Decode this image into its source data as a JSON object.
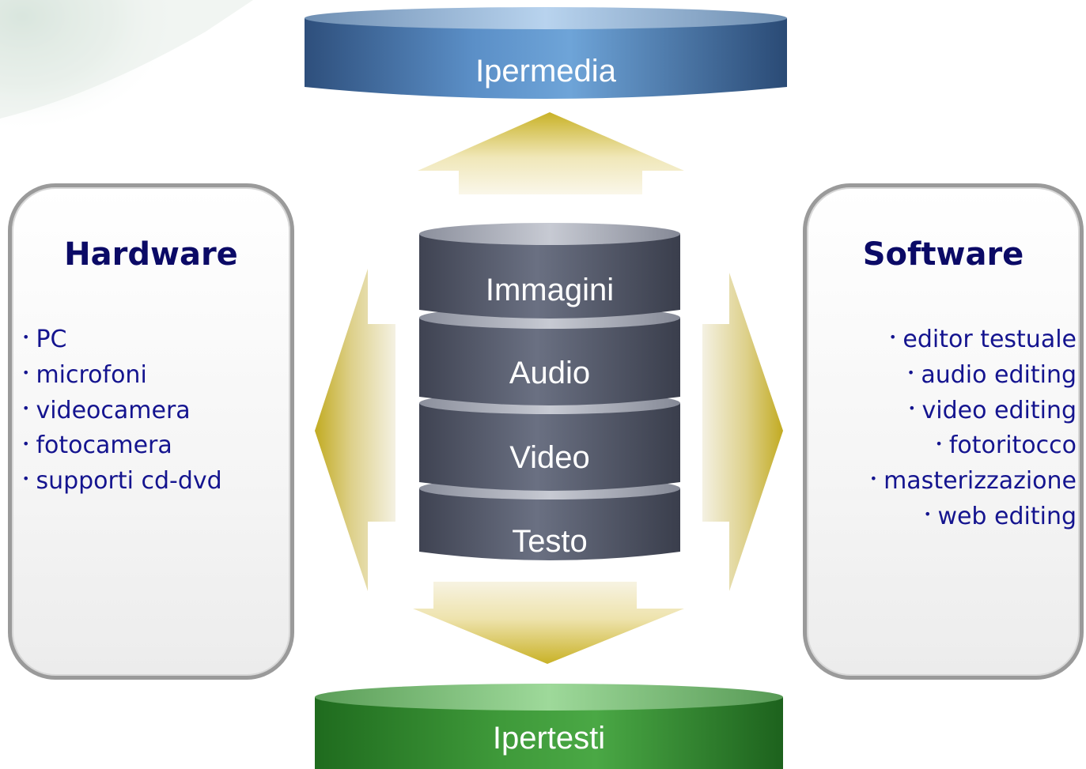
{
  "top_cylinder": {
    "label": "Ipermedia",
    "color": "#5b8fc7"
  },
  "bottom_cylinder": {
    "label": "Ipertesti",
    "color": "#3f9a3a"
  },
  "stack": [
    {
      "label": "Immagini"
    },
    {
      "label": "Audio"
    },
    {
      "label": "Video"
    },
    {
      "label": "Testo"
    }
  ],
  "hardware": {
    "title": "Hardware",
    "items": [
      "PC",
      "microfoni",
      "videocamera",
      "fotocamera",
      "supporti cd-dvd"
    ]
  },
  "software": {
    "title": "Software",
    "items": [
      "editor testuale",
      "audio editing",
      "video editing",
      "fotoritocco",
      "masterizzazione",
      "web editing"
    ]
  },
  "colors": {
    "title_text": "#0b0a66",
    "list_text": "#14148f",
    "arrow_gold": "#c9b227",
    "arrow_light": "#f3efd6",
    "stack_body": "#5d6273",
    "box_border": "#9a9a9a"
  }
}
